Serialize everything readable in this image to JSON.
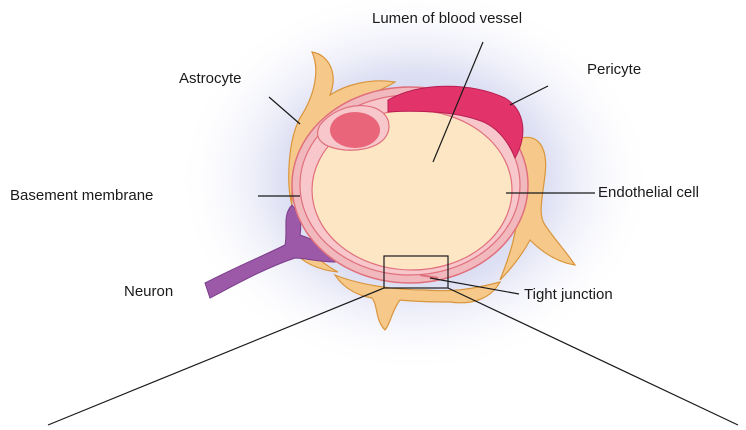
{
  "labels": {
    "lumen": "Lumen of blood vessel",
    "astrocyte": "Astrocyte",
    "pericyte": "Pericyte",
    "basement_membrane": "Basement membrane",
    "endothelial_cell": "Endothelial cell",
    "neuron": "Neuron",
    "tight_junction": "Tight junction"
  },
  "colors": {
    "halo": "#c9cdea",
    "astrocyte": "#f6c98a",
    "astrocyte_stroke": "#d9953c",
    "basement_membrane": "#f1b8bd",
    "endothelium": "#f7c7cb",
    "endothelium_stroke": "#e0707c",
    "lumen": "#fde6c4",
    "nucleus": "#e9657a",
    "pericyte": "#e2336a",
    "neuron": "#9b59a8",
    "line": "#1a1a1a"
  }
}
